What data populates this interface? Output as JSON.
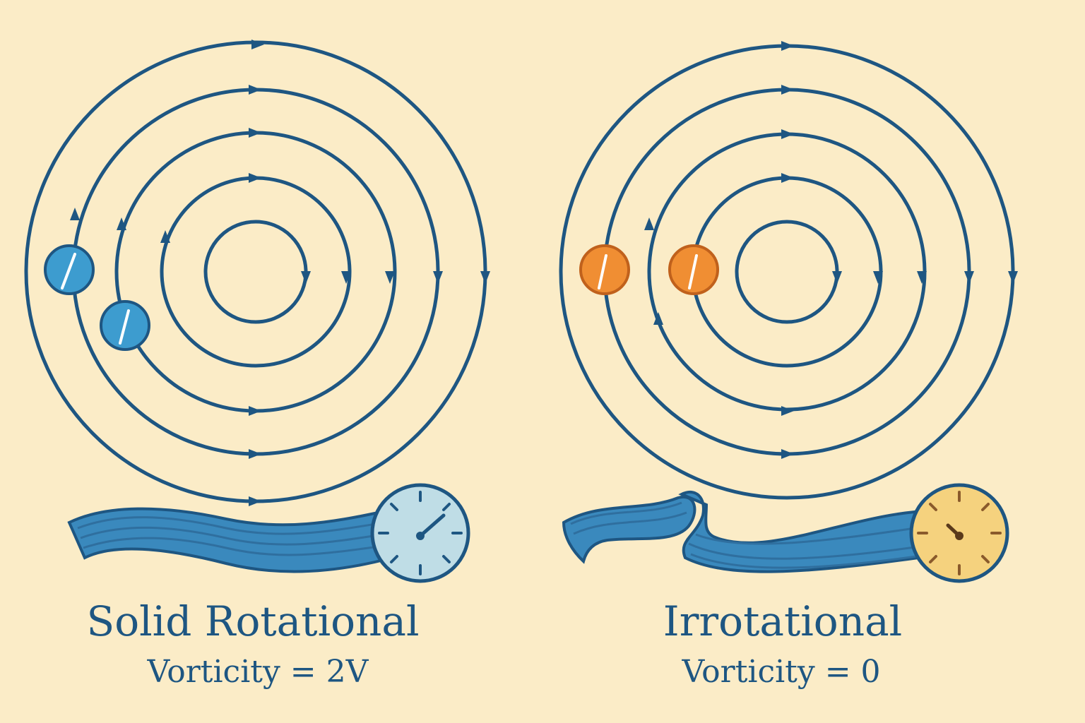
{
  "colors": {
    "background": "#fbecc7",
    "line": "#1e5682",
    "ribbon": "#3a89bd",
    "ribbon_stripe": "#2f6f9f",
    "particle_solid": "#3d9ccf",
    "particle_irrotational": "#f08e33",
    "gauge_solid_face": "#bfdde6",
    "gauge_irrotational_face": "#f5d27e"
  },
  "panels": [
    {
      "id": "solid",
      "title": "Solid Rotational",
      "subtitle": "Vorticity = 2V",
      "particle_color": "#3d9ccf",
      "gauge_face": "#bfdde6",
      "gauge_icon": "gauge-dial-icon",
      "particle_icon": "rotating-particle-icon"
    },
    {
      "id": "irrotational",
      "title": "Irrotational",
      "subtitle": "Vorticity = 0",
      "particle_color": "#f08e33",
      "gauge_face": "#f5d27e",
      "gauge_icon": "gauge-dial-icon",
      "particle_icon": "non-rotating-particle-icon"
    }
  ]
}
